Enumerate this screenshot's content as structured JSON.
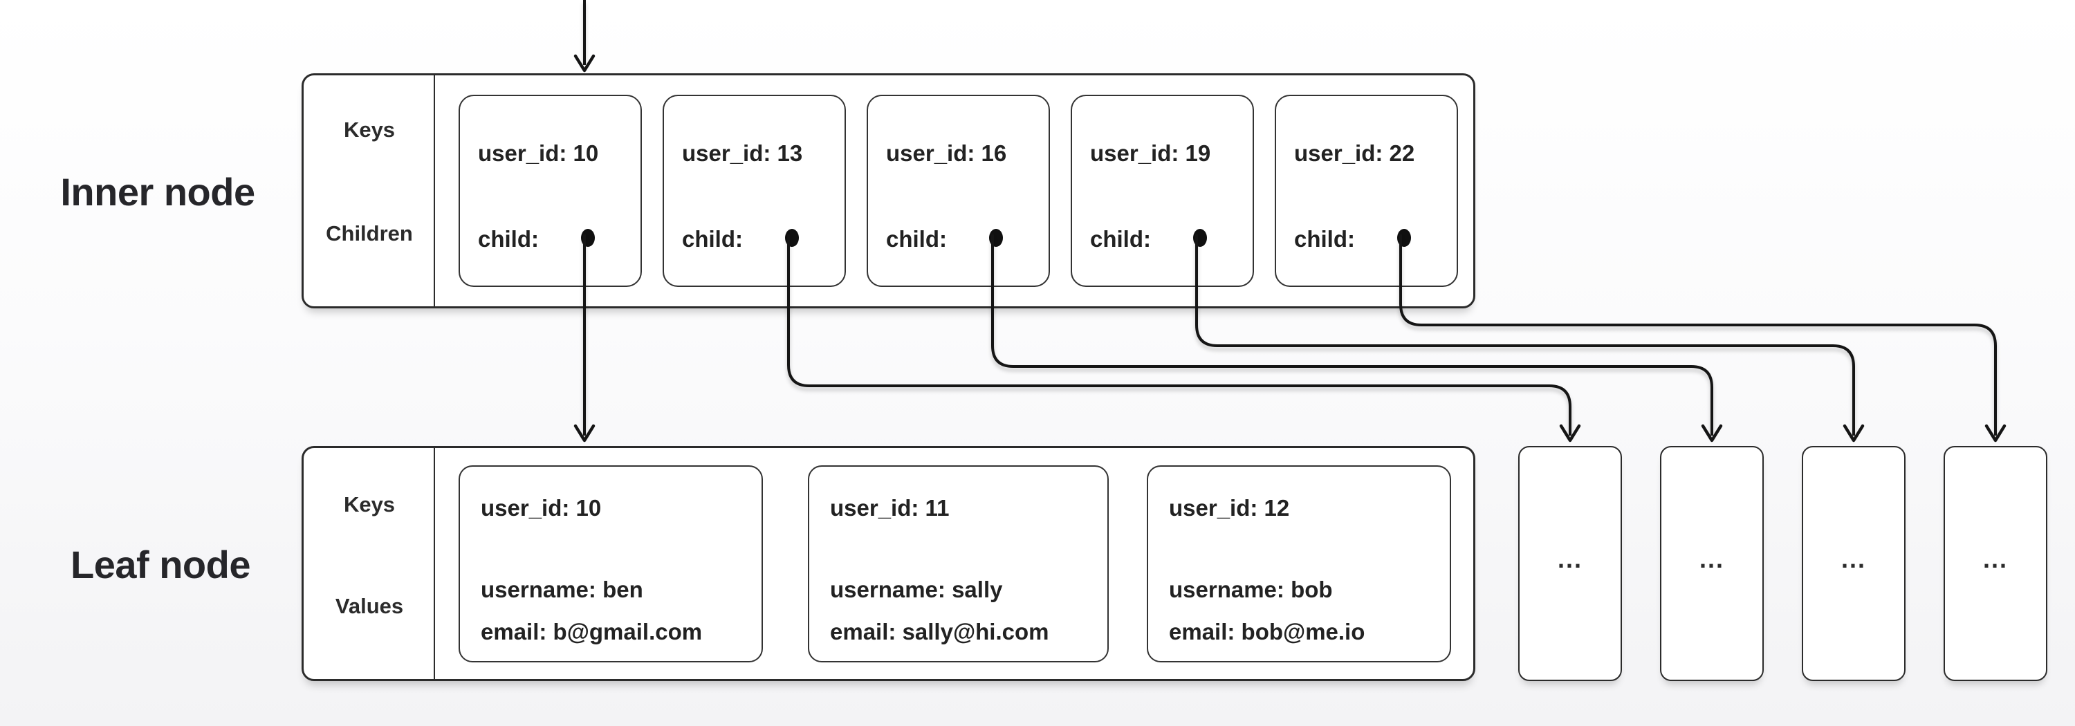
{
  "labels": {
    "inner_node": "Inner node",
    "leaf_node": "Leaf node"
  },
  "inner_node": {
    "row_labels": {
      "top": "Keys",
      "bottom": "Children"
    },
    "cells": [
      {
        "key": "user_id: 10",
        "child": "child:"
      },
      {
        "key": "user_id: 13",
        "child": "child:"
      },
      {
        "key": "user_id: 16",
        "child": "child:"
      },
      {
        "key": "user_id: 19",
        "child": "child:"
      },
      {
        "key": "user_id: 22",
        "child": "child:"
      }
    ]
  },
  "leaf_node": {
    "row_labels": {
      "top": "Keys",
      "bottom": "Values"
    },
    "records": [
      {
        "key": "user_id: 10",
        "username": "username: ben",
        "email": "email: b@gmail.com"
      },
      {
        "key": "user_id: 11",
        "username": "username: sally",
        "email": "email: sally@hi.com"
      },
      {
        "key": "user_id: 12",
        "username": "username: bob",
        "email": "email: bob@me.io"
      }
    ]
  },
  "collapsed_leaves": [
    {
      "label": "..."
    },
    {
      "label": "..."
    },
    {
      "label": "..."
    },
    {
      "label": "..."
    }
  ],
  "colors": {
    "line": "#151515",
    "border": "#2b2b2b",
    "text": "#242424",
    "bg_top": "#ffffff",
    "bg_bottom": "#f3f3f5"
  }
}
